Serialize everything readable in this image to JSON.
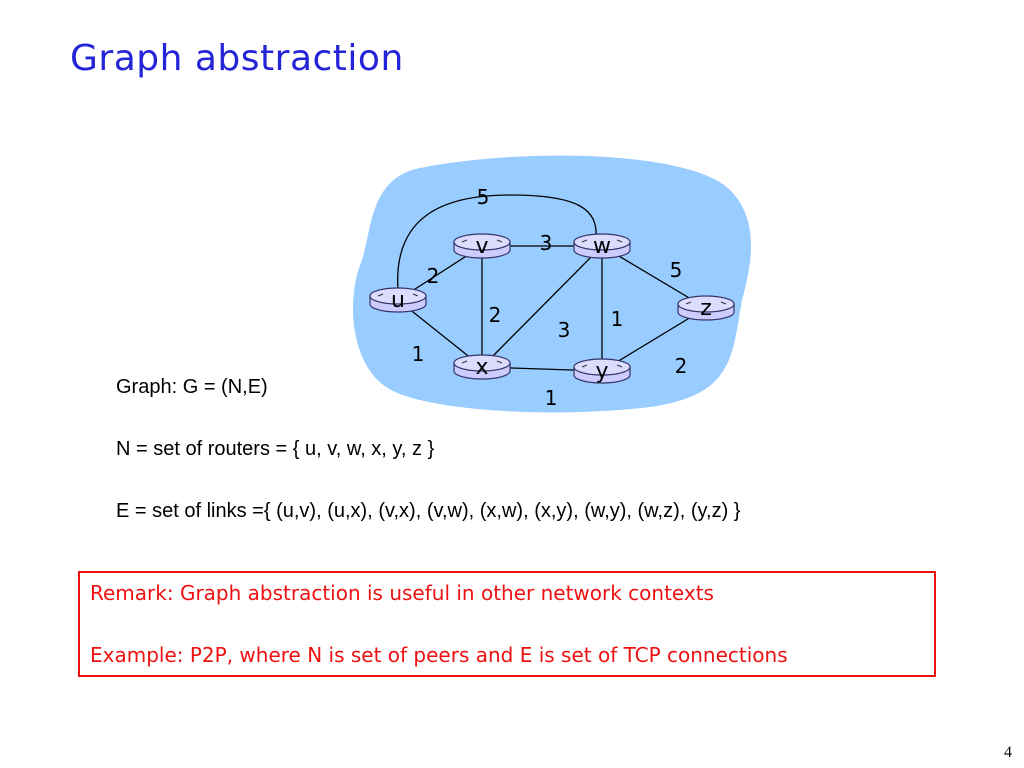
{
  "slide": {
    "title": "Graph abstraction",
    "page_number": "4"
  },
  "graph": {
    "nodes": [
      {
        "id": "u",
        "label": "u"
      },
      {
        "id": "v",
        "label": "v"
      },
      {
        "id": "w",
        "label": "w"
      },
      {
        "id": "x",
        "label": "x"
      },
      {
        "id": "y",
        "label": "y"
      },
      {
        "id": "z",
        "label": "z"
      }
    ],
    "edges": [
      {
        "from": "u",
        "to": "w",
        "weight": "5"
      },
      {
        "from": "v",
        "to": "w",
        "weight": "3"
      },
      {
        "from": "u",
        "to": "v",
        "weight": "2"
      },
      {
        "from": "w",
        "to": "z",
        "weight": "5"
      },
      {
        "from": "v",
        "to": "x",
        "weight": "2"
      },
      {
        "from": "x",
        "to": "w",
        "weight": "3"
      },
      {
        "from": "w",
        "to": "y",
        "weight": "1"
      },
      {
        "from": "u",
        "to": "x",
        "weight": "1"
      },
      {
        "from": "y",
        "to": "z",
        "weight": "2"
      },
      {
        "from": "x",
        "to": "y",
        "weight": "1"
      }
    ],
    "colors": {
      "cloud": "#99ccff",
      "router_fill": "#ccccff",
      "router_stroke": "#333366"
    }
  },
  "definitions": {
    "graph": "Graph: G = (N,E)",
    "nodes": "N = set of routers = { u, v, w, x, y, z }",
    "edges": "E = set of links ={ (u,v), (u,x), (v,x), (v,w), (x,w), (x,y), (w,y), (w,z), (y,z) }"
  },
  "remark": {
    "line1": "Remark: Graph abstraction is useful in other network contexts",
    "line2": "Example: P2P, where N is set of peers and E is set of TCP connections",
    "color": "#ee1111"
  }
}
